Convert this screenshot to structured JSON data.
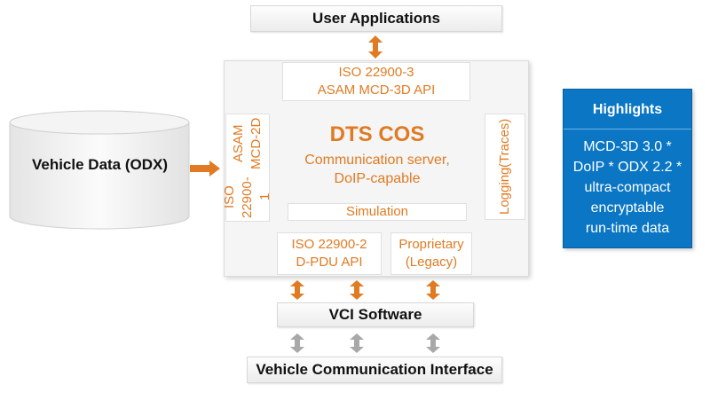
{
  "user_applications": "User Applications",
  "vehicle_data": "Vehicle Data (ODX)",
  "cos": {
    "iso3_line1": "ISO 22900-3",
    "iso3_line2": "ASAM MCD-3D API",
    "iso1_line1": "ISO 22900-1",
    "iso1_line2": "ASAM MCD-2D",
    "title": "DTS COS",
    "subtitle_line1": "Communication server,",
    "subtitle_line2": "DoIP-capable",
    "logging_line1": "Logging",
    "logging_line2": "(Traces)",
    "simulation": "Simulation",
    "iso2_line1": "ISO 22900-2",
    "iso2_line2": "D-PDU API",
    "prop_line1": "Proprietary",
    "prop_line2": "(Legacy)"
  },
  "vci_software": "VCI Software",
  "vehicle_interface": "Vehicle Communication Interface",
  "highlights": {
    "title": "Highlights",
    "items": [
      "MCD-3D 3.0 *",
      "DoIP * ODX 2.2 *",
      "ultra-compact",
      "encryptable",
      "run-time data"
    ]
  },
  "colors": {
    "accent_orange": "#e07b23",
    "highlight_blue": "#0a76c4",
    "connector_gray": "#a8a8a8"
  }
}
